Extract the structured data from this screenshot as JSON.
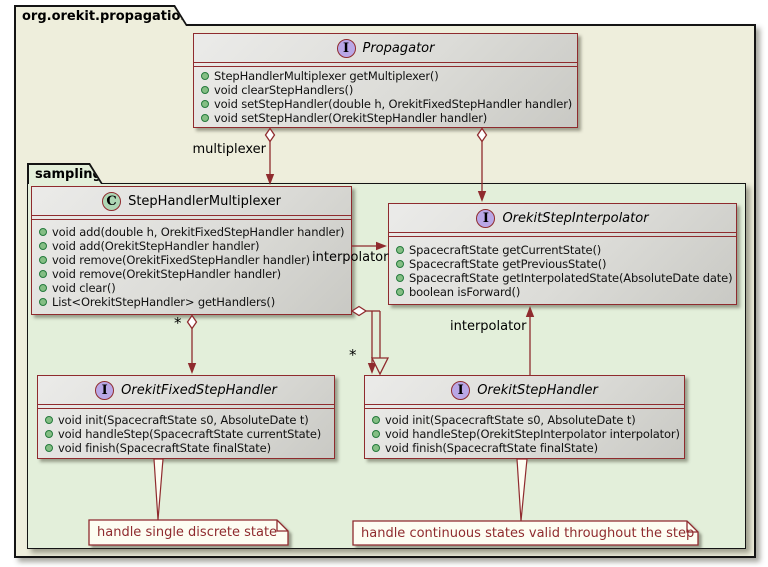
{
  "diagram": {
    "outer_package": "org.orekit.propagation",
    "inner_package": "sampling"
  },
  "classes": [
    {
      "name": "Propagator",
      "kind": "interface",
      "icon": "I",
      "methods": [
        "StepHandlerMultiplexer getMultiplexer()",
        "void clearStepHandlers()",
        "void setStepHandler(double h, OrekitFixedStepHandler handler)",
        "void setStepHandler(OrekitStepHandler handler)"
      ]
    },
    {
      "name": "StepHandlerMultiplexer",
      "kind": "class",
      "icon": "C",
      "methods": [
        "void add(double h, OrekitFixedStepHandler handler)",
        "void add(OrekitStepHandler handler)",
        "void remove(OrekitFixedStepHandler handler)",
        "void remove(OrekitStepHandler handler)",
        "void clear()",
        "List<OrekitStepHandler> getHandlers()"
      ]
    },
    {
      "name": "OrekitStepInterpolator",
      "kind": "interface",
      "icon": "I",
      "methods": [
        "SpacecraftState getCurrentState()",
        "SpacecraftState getPreviousState()",
        "SpacecraftState getInterpolatedState(AbsoluteDate date)",
        "boolean isForward()"
      ]
    },
    {
      "name": "OrekitFixedStepHandler",
      "kind": "interface",
      "icon": "I",
      "methods": [
        "void init(SpacecraftState s0, AbsoluteDate t)",
        "void handleStep(SpacecraftState currentState)",
        "void finish(SpacecraftState finalState)"
      ]
    },
    {
      "name": "OrekitStepHandler",
      "kind": "interface",
      "icon": "I",
      "methods": [
        "void init(SpacecraftState s0, AbsoluteDate t)",
        "void handleStep(OrekitStepInterpolator interpolator)",
        "void finish(SpacecraftState finalState)"
      ]
    }
  ],
  "edge_labels": {
    "multiplexer": "multiplexer",
    "interpolator_assoc": "interpolator",
    "interpolator_up": "interpolator",
    "star_fixed": "*",
    "star_step": "*"
  },
  "notes": [
    {
      "text": "handle single discrete state"
    },
    {
      "text": "handle continuous states valid throughout the step"
    }
  ],
  "colors": {
    "package_fill": "#eeeedc",
    "inner_package_fill": "#e3efda",
    "box_border": "#8f2b2e",
    "box_fill_light": "#ebebe9",
    "box_fill_dark": "#c9c9c4",
    "interface_icon_fill": "#b9a7e6",
    "class_icon_fill": "#aed6b4",
    "method_bullet": "#84be84",
    "note_fill": "#fdfdf2",
    "note_text": "#8f2b2e"
  }
}
